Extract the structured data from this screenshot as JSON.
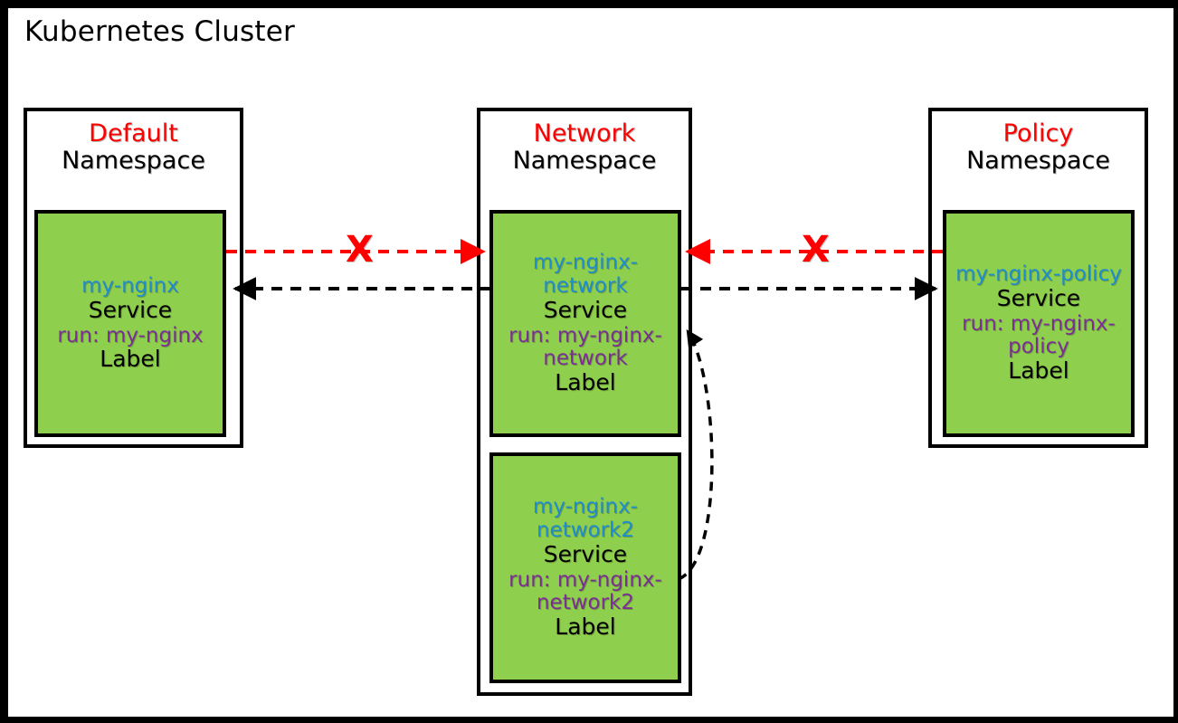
{
  "cluster": {
    "title": "Kubernetes Cluster",
    "frame_color": "#000000",
    "background": "#ffffff"
  },
  "colors": {
    "namespace_name": "#ff0000",
    "service_name": "#1f8ccd",
    "label_text": "#7b2e94",
    "kind_text": "#000000",
    "service_box_fill": "#8ecf4d",
    "blocked_link": "#ff0000",
    "allowed_link": "#000000"
  },
  "namespaces": [
    {
      "name": "Default",
      "kind": "Namespace",
      "services": [
        {
          "name": "my-nginx",
          "kind": "Service",
          "label": "run: my-nginx",
          "label_kind": "Label"
        }
      ]
    },
    {
      "name": "Network",
      "kind": "Namespace",
      "services": [
        {
          "name": "my-nginx-network",
          "kind": "Service",
          "label": "run: my-nginx-network",
          "label_kind": "Label"
        },
        {
          "name": "my-nginx-network2",
          "kind": "Service",
          "label": "run: my-nginx-network2",
          "label_kind": "Label"
        }
      ]
    },
    {
      "name": "Policy",
      "kind": "Namespace",
      "services": [
        {
          "name": "my-nginx-policy",
          "kind": "Service",
          "label": "run: my-nginx-policy",
          "label_kind": "Label"
        }
      ]
    }
  ],
  "connections": [
    {
      "id": "default-to-network-blocked",
      "from": "my-nginx",
      "to": "my-nginx-network",
      "style": "dashed",
      "color": "#ff0000",
      "direction": "right",
      "blocked": true,
      "marker": "X"
    },
    {
      "id": "network-to-default-allowed",
      "from": "my-nginx-network",
      "to": "my-nginx",
      "style": "dashed",
      "color": "#000000",
      "direction": "left",
      "blocked": false,
      "marker": ""
    },
    {
      "id": "policy-to-network-blocked",
      "from": "my-nginx-policy",
      "to": "my-nginx-network",
      "style": "dashed",
      "color": "#ff0000",
      "direction": "left",
      "blocked": true,
      "marker": "X"
    },
    {
      "id": "network-to-policy-allowed",
      "from": "my-nginx-network",
      "to": "my-nginx-policy",
      "style": "dashed",
      "color": "#000000",
      "direction": "right",
      "blocked": false,
      "marker": ""
    },
    {
      "id": "network2-to-network-allowed",
      "from": "my-nginx-network2",
      "to": "my-nginx-network",
      "style": "dashed-curved",
      "color": "#000000",
      "direction": "up",
      "blocked": false,
      "marker": ""
    }
  ],
  "markers": {
    "blocked_left": "X",
    "blocked_right": "X"
  }
}
